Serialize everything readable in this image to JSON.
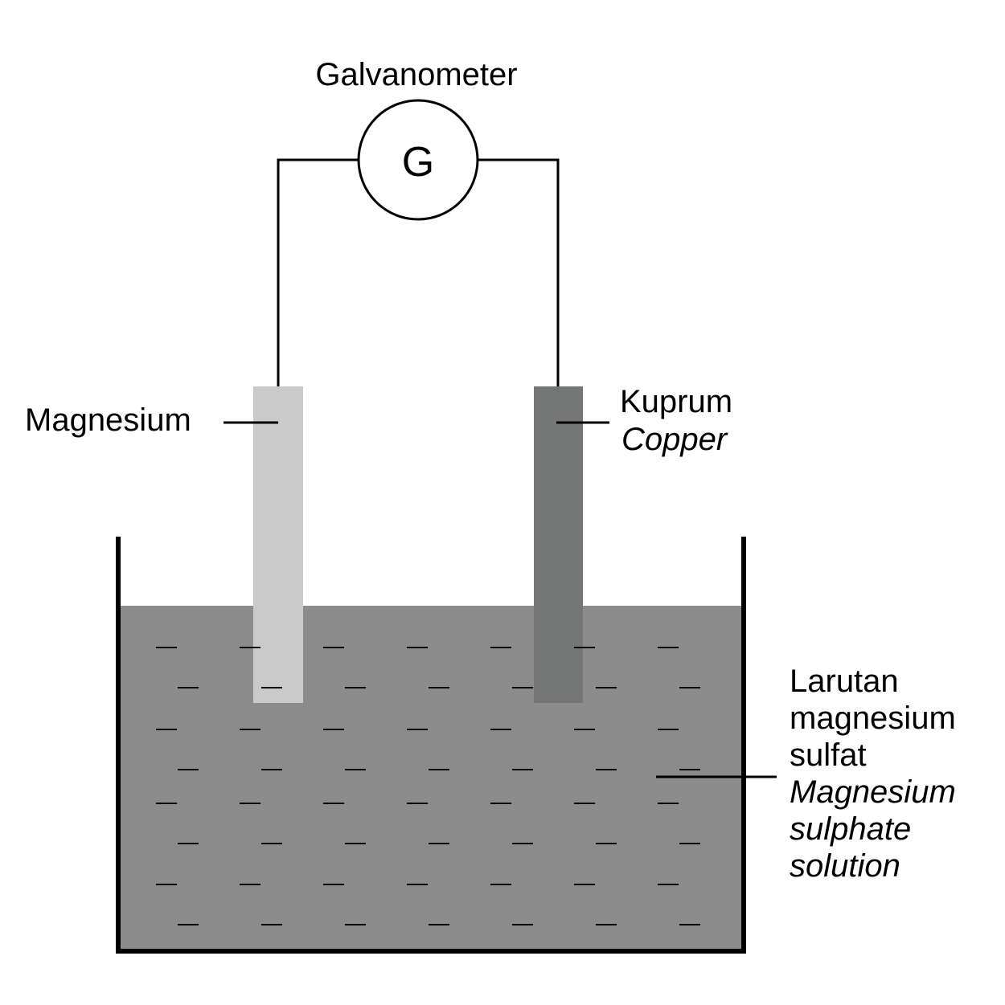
{
  "diagram": {
    "galvanometer_label": "Galvanometer",
    "galvanometer_symbol": "G",
    "magnesium_label": "Magnesium",
    "copper_label_malay": "Kuprum",
    "copper_label_english": "Copper",
    "solution_label_malay": [
      "Larutan",
      "magnesium",
      "sulfat"
    ],
    "solution_label_english": [
      "Magnesium",
      "sulphate",
      "solution"
    ]
  },
  "colors": {
    "solution": "#8c8c8c",
    "magnesium_electrode": "#cacaca",
    "copper_electrode": "#747575",
    "lines": "#000000"
  }
}
